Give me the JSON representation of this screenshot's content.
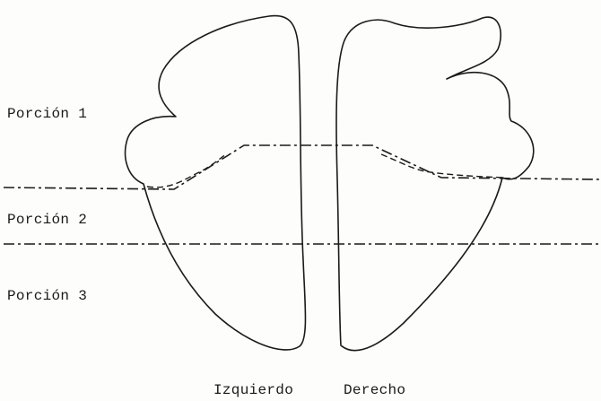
{
  "labels": {
    "portion_1": "Porción 1",
    "portion_2": "Porción 2",
    "portion_3": "Porción 3",
    "left_side": "Izquierdo",
    "right_side": "Derecho"
  },
  "colors": {
    "ink": "#1a1a1a",
    "paper": "#fdfdfb"
  }
}
